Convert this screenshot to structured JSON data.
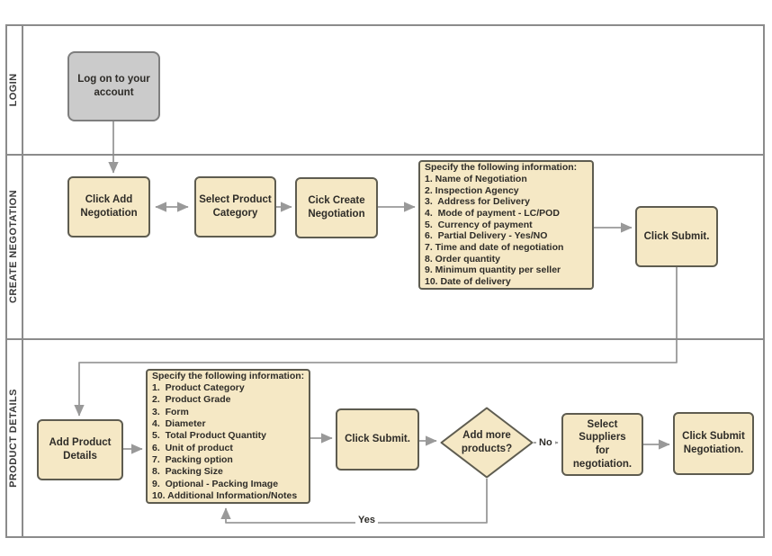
{
  "colors": {
    "node_fill": "#F5E8C5",
    "node_border": "#5E5C50",
    "terminator_fill": "#CBCBCB",
    "terminator_border": "#7E7E7E",
    "connector": "#999999",
    "lane_border": "#8B8B8B",
    "text": "#2E2C28"
  },
  "lanes": [
    {
      "label": "LOGIN"
    },
    {
      "label": "CREATE NEGOTATION"
    },
    {
      "label": "PRODUCT DETAILS"
    }
  ],
  "nodes": {
    "login": {
      "label": "Log on to your\naccount"
    },
    "click_add": {
      "label": "Click Add\nNegotiation"
    },
    "select_category": {
      "label": "Select Product\nCategory"
    },
    "create_negotiation": {
      "label": "Cick Create\nNegotiation"
    },
    "negotiation_info": {
      "lines": [
        "Specify the following information:",
        "1. Name of Negotiation",
        "2. Inspection Agency",
        "3.  Address for Delivery",
        "4.  Mode of payment - LC/POD",
        "5.  Currency of payment",
        "6.  Partial Delivery - Yes/NO",
        "7. Time and date of negotiation",
        "8. Order quantity",
        "9. Minimum quantity per seller",
        "10. Date of delivery"
      ]
    },
    "submit_negotiation": {
      "label": "Click Submit."
    },
    "add_product": {
      "label": "Add Product\nDetails"
    },
    "product_info": {
      "lines": [
        "Specify the following information:",
        "1.  Product Category",
        "2.  Product Grade",
        "3.  Form",
        "4.  Diameter",
        "5.  Total Product Quantity",
        "6.  Unit of product",
        "7.  Packing option",
        "8.  Packing Size",
        "9.  Optional - Packing Image",
        "10. Additional Information/Notes"
      ]
    },
    "submit_product": {
      "label": "Click Submit."
    },
    "add_more_products": {
      "label": "Add more\nproducts?"
    },
    "select_suppliers": {
      "label": "Select Suppliers\nfor negotiation."
    },
    "submit_final": {
      "label": "Click Submit\nNegotiation."
    }
  },
  "edge_labels": {
    "yes": "Yes",
    "no": "No"
  }
}
